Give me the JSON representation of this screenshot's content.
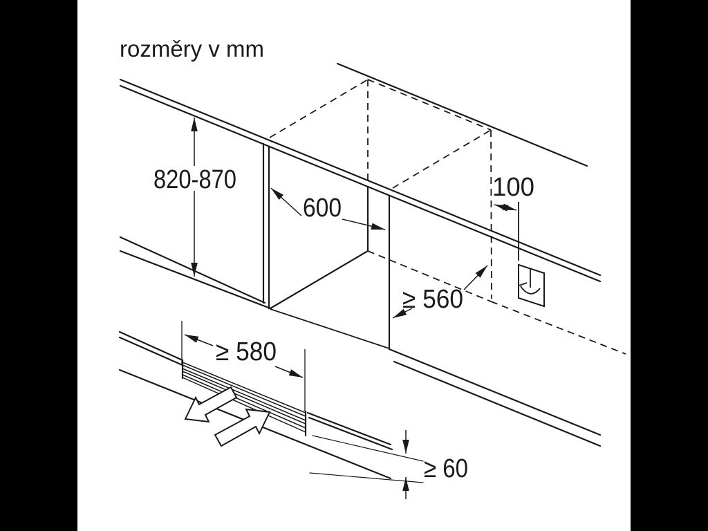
{
  "title": "rozměry v mm",
  "unit": "mm",
  "dimensions": {
    "niche_height": "820-870",
    "niche_width": "600",
    "socket_offset": "100",
    "niche_depth": "≥ 560",
    "vent_cutout_width": "≥ 580",
    "plinth_air_gap": "≥ 60"
  },
  "icons": {
    "power_outlet": "power-outlet-symbol",
    "airflow_out": "airflow-out-arrow",
    "airflow_in": "airflow-in-arrow"
  },
  "colors": {
    "line": "#1a1a1a",
    "background": "#ffffff",
    "letterbox": "#000000"
  }
}
